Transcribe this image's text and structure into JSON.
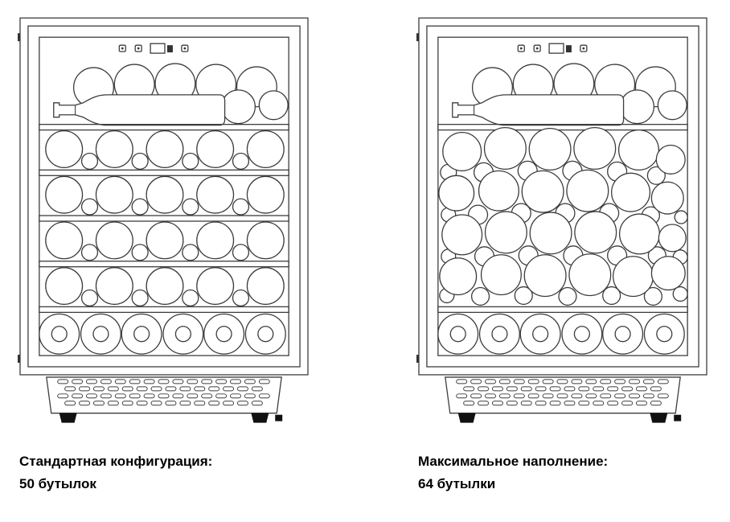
{
  "page": {
    "background": "#ffffff"
  },
  "diagram": {
    "stroke_color": "#3c3c3c",
    "control_icons": [
      "power-button",
      "light-button",
      "temperature-display",
      "display-block",
      "mode-button"
    ]
  },
  "figures": [
    {
      "variant": "standard",
      "caption_line1": "Стандартная конфигурация:",
      "caption_line2": "50 бутылок",
      "bottle_count": 50
    },
    {
      "variant": "maximum",
      "caption_line1": "Максимальное наполнение:",
      "caption_line2": "64 бутылки",
      "bottle_count": 64
    }
  ]
}
